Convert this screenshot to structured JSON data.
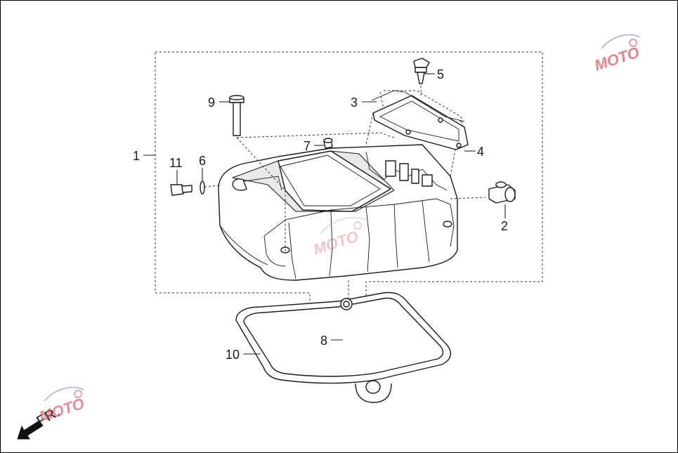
{
  "callouts": {
    "c1": "1",
    "c2": "2",
    "c3": "3",
    "c4": "4",
    "c5": "5",
    "c6": "6",
    "c7": "7",
    "c8": "8",
    "c9": "9",
    "c10": "10",
    "c11": "11"
  },
  "direction": {
    "label": "FR."
  },
  "watermark": {
    "text": "MOTO"
  },
  "colors": {
    "line": "#1a1a1a",
    "watermark": "#e05a6a",
    "watermark_accent": "#9aa8d8"
  }
}
